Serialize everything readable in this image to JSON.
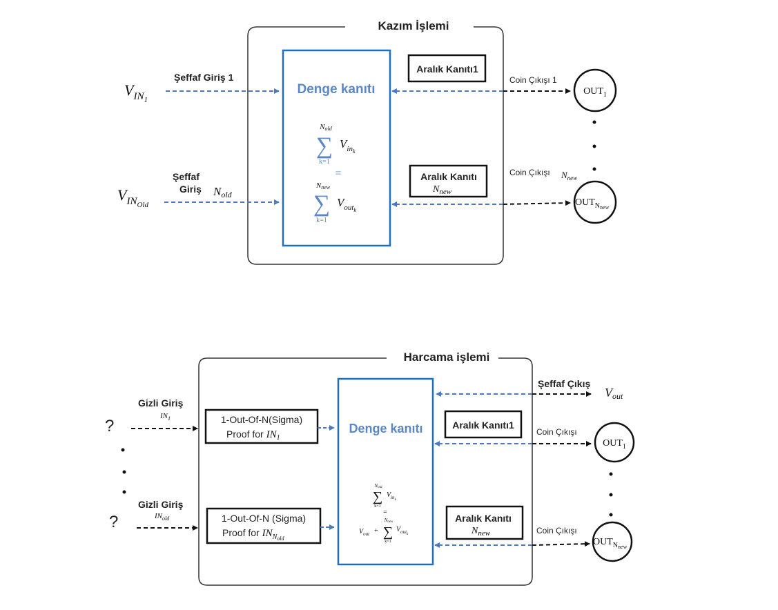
{
  "mining": {
    "title": "Kazım İşlemi",
    "balance_title": "Denge kanıtı",
    "input1_label": "Şeffaf Giriş 1",
    "input_old_label_line1": "Şeffaf",
    "input_old_label_line2": "Giriş",
    "n_old": "N_old",
    "v_in1": "V_IN1",
    "v_in_old": "V_INOld",
    "range_proof1": "Aralık Kanıtı1",
    "range_proof2_line1": "Aralık Kanıtı",
    "range_proof2_line2": "N_new",
    "coin_out1": "Coin Çıkışı 1",
    "coin_out_new": "Coin Çıkışı",
    "coin_out_new_n": "N_new",
    "out1": "OUT1",
    "out_new": "OUTNnew"
  },
  "spending": {
    "title": "Harcama işlemi",
    "balance_title": "Denge kanıtı",
    "hidden_input1": "Gizli Giriş",
    "hidden_input1_sub": "IN1",
    "hidden_input_old": "Gizli Giriş",
    "hidden_input_old_sub": "INold",
    "question": "?",
    "sigma1_line1": "1-Out-Of-N(Sigma)",
    "sigma1_line2": "Proof for IN1",
    "sigma2_line1": "1-Out-Of-N (Sigma)",
    "sigma2_line2": "Proof for INNold",
    "range_proof1": "Aralık Kanıtı1",
    "range_proof2_line1": "Aralık Kanıtı",
    "range_proof2_line2": "N_new",
    "transparent_out": "Şeffaf Çıkış",
    "v_out": "Vout",
    "coin_out1": "Coin Çıkışı",
    "coin_out_new": "Coin Çıkışı",
    "out1": "OUT1",
    "out_new": "OUTNnew"
  },
  "colors": {
    "blue_box": "#1f6fc0",
    "blue_arrow": "#4a78c2",
    "black_arrow": "#111111"
  }
}
